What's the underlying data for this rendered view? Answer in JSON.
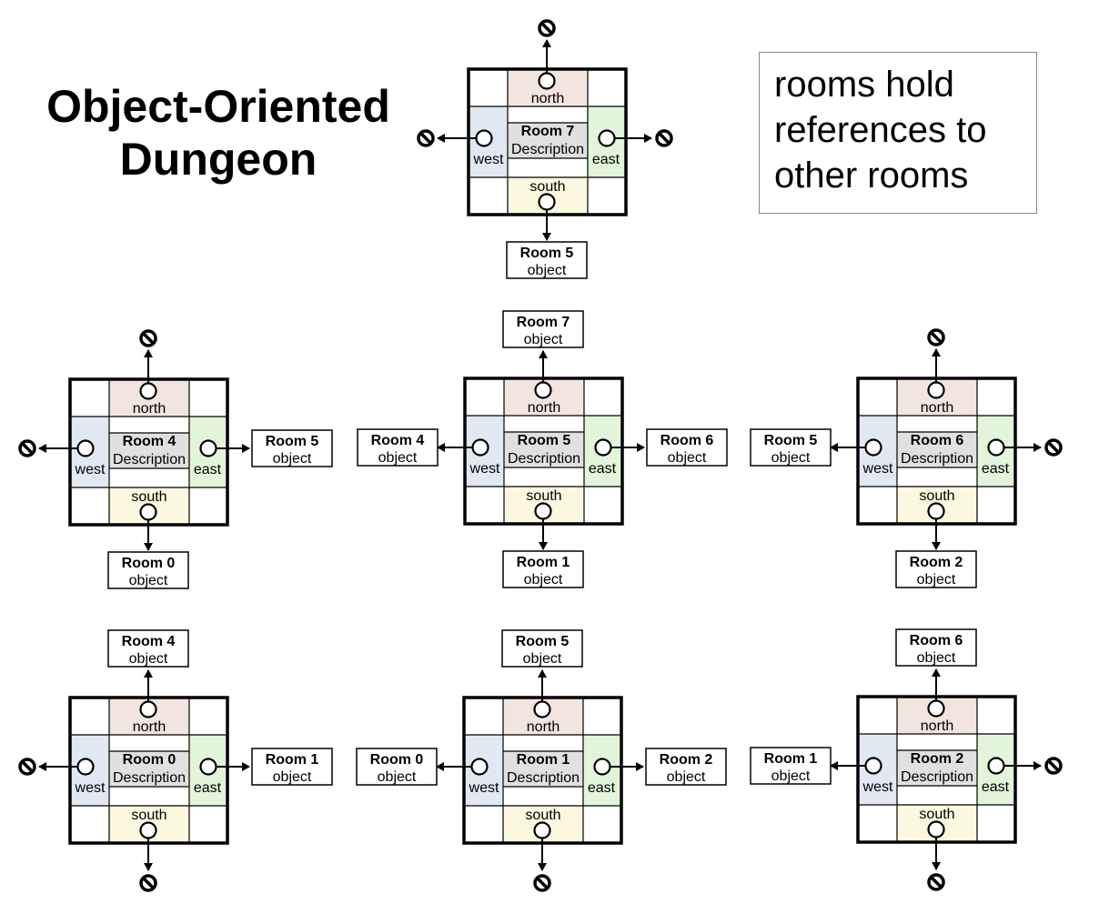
{
  "title": {
    "line1": "Object-Oriented",
    "line2": "Dungeon"
  },
  "note": {
    "lines": [
      "rooms hold",
      "references to",
      "other rooms"
    ]
  },
  "labels": {
    "north": "north",
    "south": "south",
    "east": "east",
    "west": "west",
    "description": "Description",
    "object": "object"
  },
  "colors": {
    "north": "#f2e4df",
    "south": "#fbf8df",
    "east": "#e2f5da",
    "west": "#e2e8f2",
    "description": "#e0e0e0",
    "null_symbol": "#000000"
  },
  "null_symbol": "null-reference-icon",
  "rooms": [
    {
      "name": "Room 7",
      "north": null,
      "south": "Room 5",
      "west": null,
      "east": null
    },
    {
      "name": "Room 4",
      "north": null,
      "south": "Room 0",
      "west": null,
      "east": "Room 5"
    },
    {
      "name": "Room 5",
      "north": "Room 7",
      "south": "Room 1",
      "west": "Room 4",
      "east": "Room 6"
    },
    {
      "name": "Room 6",
      "north": null,
      "south": "Room 2",
      "west": "Room 5",
      "east": null
    },
    {
      "name": "Room 0",
      "north": "Room 4",
      "south": null,
      "west": null,
      "east": "Room 1"
    },
    {
      "name": "Room 1",
      "north": "Room 5",
      "south": null,
      "west": "Room 0",
      "east": "Room 2"
    },
    {
      "name": "Room 2",
      "north": "Room 6",
      "south": null,
      "west": "Room 1",
      "east": null
    }
  ]
}
